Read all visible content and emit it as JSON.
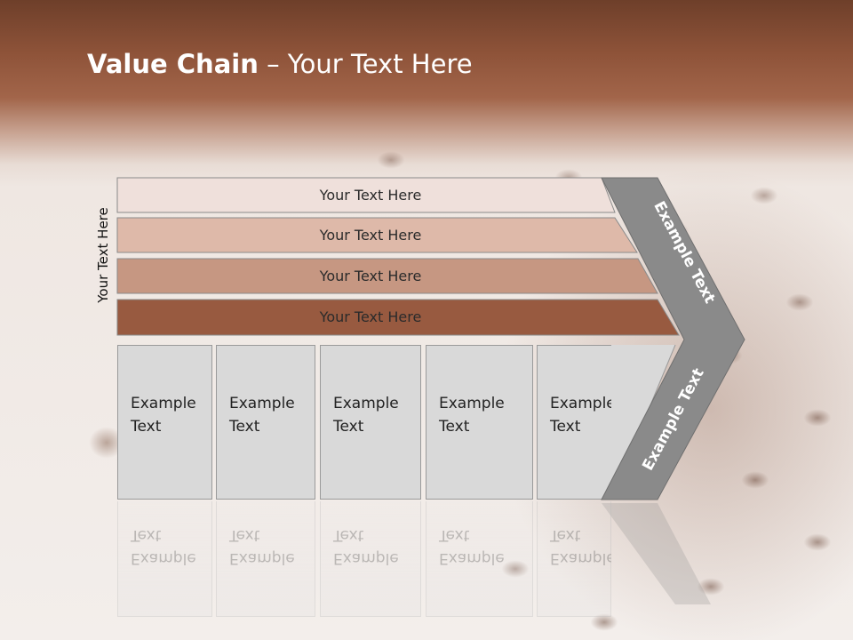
{
  "title": {
    "bold": "Value Chain",
    "rest": " – Your Text Here"
  },
  "side_label": "Your Text Here",
  "bars": [
    {
      "label": "Your Text Here",
      "color": "#efe0db"
    },
    {
      "label": "Your Text Here",
      "color": "#deb9a9"
    },
    {
      "label": "Your Text Here",
      "color": "#c69782"
    },
    {
      "label": "Your Text Here",
      "color": "#985a40"
    }
  ],
  "cells": [
    {
      "line1": "Example",
      "line2": "Text"
    },
    {
      "line1": "Example",
      "line2": "Text"
    },
    {
      "line1": "Example",
      "line2": "Text"
    },
    {
      "line1": "Example",
      "line2": "Text"
    },
    {
      "line1": "Example",
      "line2": "Text"
    }
  ],
  "chevron": {
    "upper_text": "Example Text",
    "lower_text": "Example Text",
    "color": "#8a8a8a"
  },
  "colors": {
    "title_band": "#8e5339",
    "cell_fill": "#d9d9d9"
  }
}
